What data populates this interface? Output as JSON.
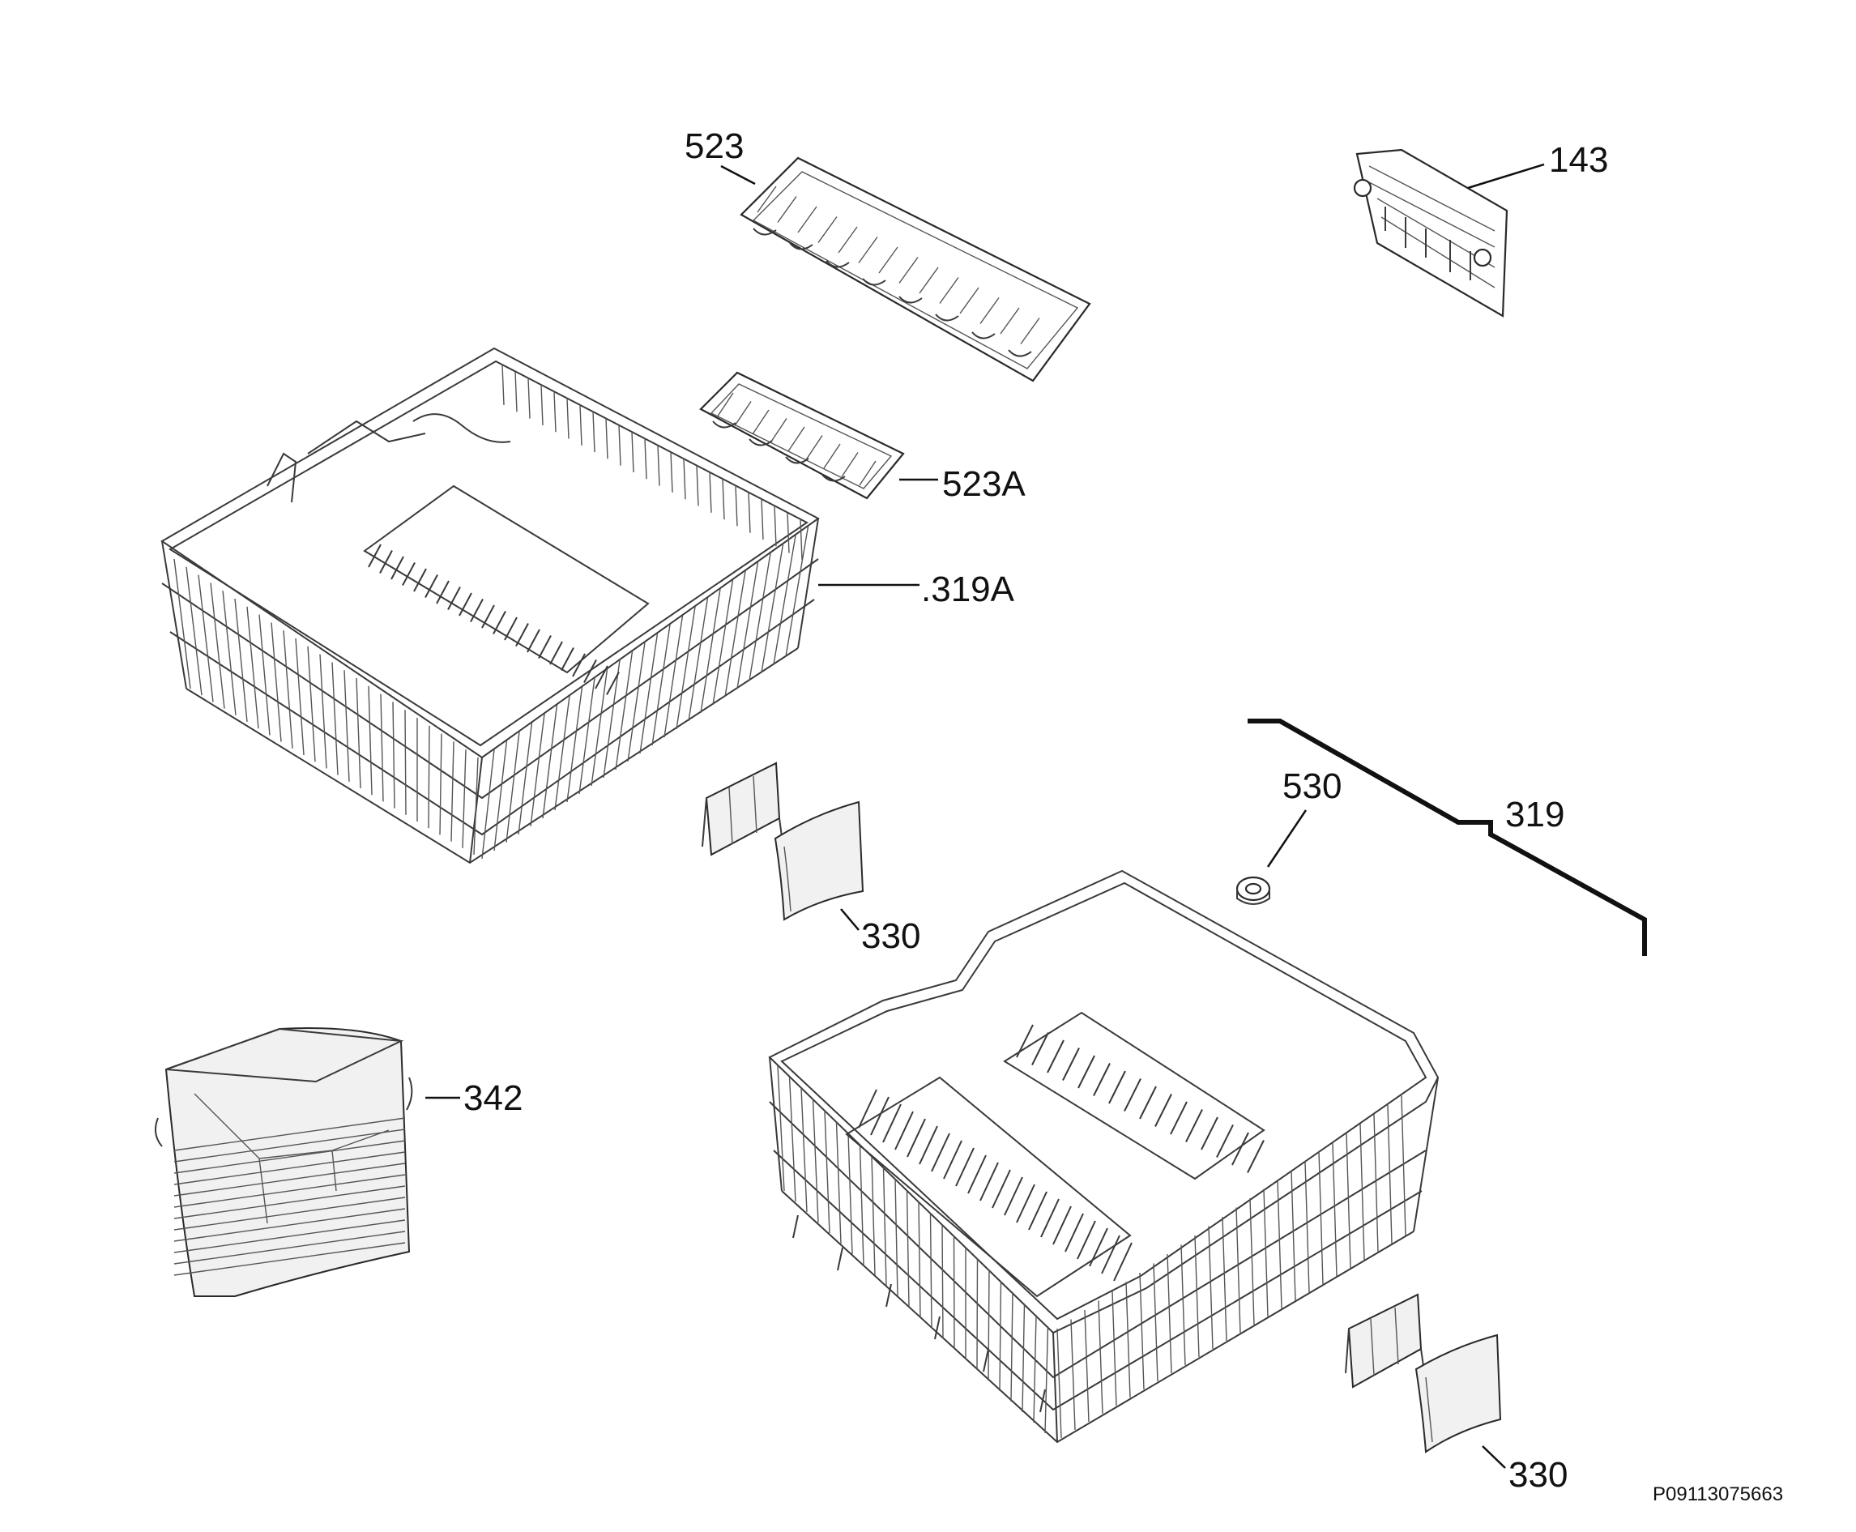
{
  "labels": {
    "p523": "523",
    "p143": "143",
    "p523a": "523A",
    "p319a": ".319A",
    "p530": "530",
    "p319": "319",
    "p330_top": "330",
    "p342": "342",
    "p330_bottom": "330"
  },
  "reference_code": "P09113075663"
}
